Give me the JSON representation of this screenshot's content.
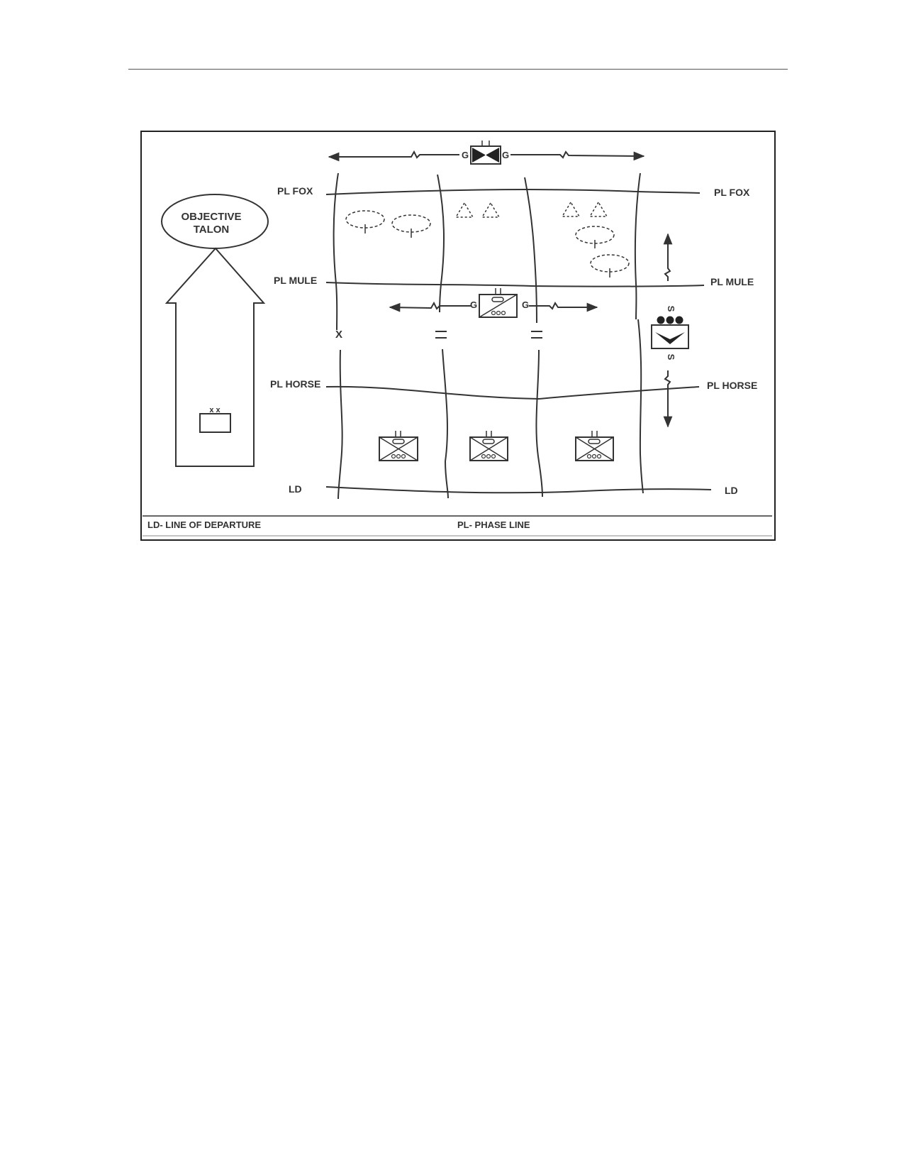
{
  "objective": {
    "line1": "OBJECTIVE",
    "line2": "TALON"
  },
  "division_echelon": "x x",
  "phase_lines": {
    "fox": "PL FOX",
    "mule": "PL MULE",
    "horse": "PL HORSE",
    "ld": "LD"
  },
  "boundary_markers": {
    "brigade": "X",
    "battalion": "||"
  },
  "guard_label": "G",
  "screen_label": "S",
  "legend": {
    "ld": "LD- LINE OF DEPARTURE",
    "pl": "PL- PHASE LINE"
  },
  "colors": {
    "ink": "#333333",
    "frame": "#222222",
    "background": "#ffffff"
  },
  "icons": [
    "armored-cavalry-squadron-icon",
    "armored-cavalry-troop-icon",
    "tank-company-icon",
    "cavalry-screen-troop-icon",
    "battle-position-icon",
    "observation-post-icon",
    "division-hq-icon"
  ]
}
